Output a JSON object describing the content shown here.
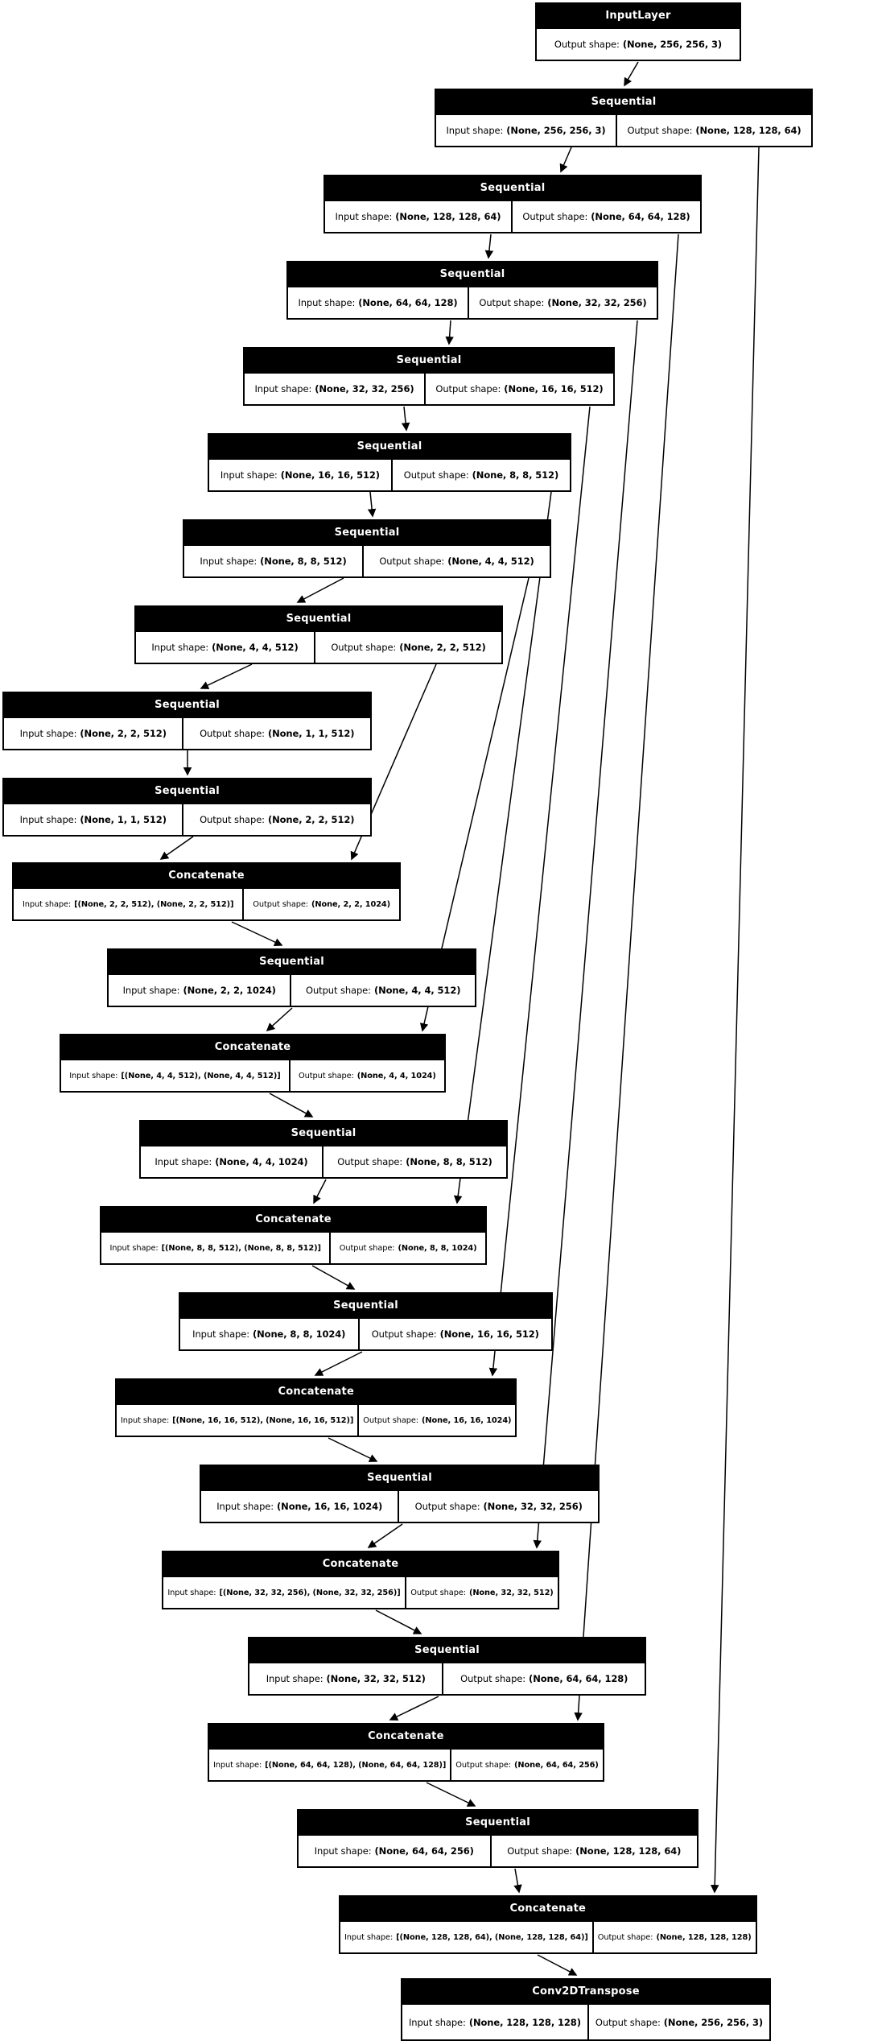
{
  "diagram": {
    "kind": "keras-model-graph",
    "labels": {
      "input": "Input shape:",
      "output": "Output shape:"
    },
    "colors": {
      "node_header_bg": "#000000",
      "node_header_text": "#ffffff",
      "node_body_bg": "#ffffff",
      "node_body_text": "#000000",
      "edge": "#000000",
      "background": "#ffffff"
    }
  },
  "nodes": [
    {
      "title": "InputLayer",
      "out_label": "Output shape:",
      "out_value": "(None, 256, 256, 3)"
    },
    {
      "title": "Sequential",
      "in_label": "Input shape:",
      "in_value": "(None, 256, 256, 3)",
      "out_label": "Output shape:",
      "out_value": "(None, 128, 128, 64)"
    },
    {
      "title": "Sequential",
      "in_label": "Input shape:",
      "in_value": "(None, 128, 128, 64)",
      "out_label": "Output shape:",
      "out_value": "(None, 64, 64, 128)"
    },
    {
      "title": "Sequential",
      "in_label": "Input shape:",
      "in_value": "(None, 64, 64, 128)",
      "out_label": "Output shape:",
      "out_value": "(None, 32, 32, 256)"
    },
    {
      "title": "Sequential",
      "in_label": "Input shape:",
      "in_value": "(None, 32, 32, 256)",
      "out_label": "Output shape:",
      "out_value": "(None, 16, 16, 512)"
    },
    {
      "title": "Sequential",
      "in_label": "Input shape:",
      "in_value": "(None, 16, 16, 512)",
      "out_label": "Output shape:",
      "out_value": "(None, 8, 8, 512)"
    },
    {
      "title": "Sequential",
      "in_label": "Input shape:",
      "in_value": "(None, 8, 8, 512)",
      "out_label": "Output shape:",
      "out_value": "(None, 4, 4, 512)"
    },
    {
      "title": "Sequential",
      "in_label": "Input shape:",
      "in_value": "(None, 4, 4, 512)",
      "out_label": "Output shape:",
      "out_value": "(None, 2, 2, 512)"
    },
    {
      "title": "Sequential",
      "in_label": "Input shape:",
      "in_value": "(None, 2, 2, 512)",
      "out_label": "Output shape:",
      "out_value": "(None, 1, 1, 512)"
    },
    {
      "title": "Sequential",
      "in_label": "Input shape:",
      "in_value": "(None, 1, 1, 512)",
      "out_label": "Output shape:",
      "out_value": "(None, 2, 2, 512)"
    },
    {
      "title": "Concatenate",
      "in_label": "Input shape:",
      "in_value": "[(None, 2, 2, 512), (None, 2, 2, 512)]",
      "out_label": "Output shape:",
      "out_value": "(None, 2, 2, 1024)"
    },
    {
      "title": "Sequential",
      "in_label": "Input shape:",
      "in_value": "(None, 2, 2, 1024)",
      "out_label": "Output shape:",
      "out_value": "(None, 4, 4, 512)"
    },
    {
      "title": "Concatenate",
      "in_label": "Input shape:",
      "in_value": "[(None, 4, 4, 512), (None, 4, 4, 512)]",
      "out_label": "Output shape:",
      "out_value": "(None, 4, 4, 1024)"
    },
    {
      "title": "Sequential",
      "in_label": "Input shape:",
      "in_value": "(None, 4, 4, 1024)",
      "out_label": "Output shape:",
      "out_value": "(None, 8, 8, 512)"
    },
    {
      "title": "Concatenate",
      "in_label": "Input shape:",
      "in_value": "[(None, 8, 8, 512), (None, 8, 8, 512)]",
      "out_label": "Output shape:",
      "out_value": "(None, 8, 8, 1024)"
    },
    {
      "title": "Sequential",
      "in_label": "Input shape:",
      "in_value": "(None, 8, 8, 1024)",
      "out_label": "Output shape:",
      "out_value": "(None, 16, 16, 512)"
    },
    {
      "title": "Concatenate",
      "in_label": "Input shape:",
      "in_value": "[(None, 16, 16, 512), (None, 16, 16, 512)]",
      "out_label": "Output shape:",
      "out_value": "(None, 16, 16, 1024)"
    },
    {
      "title": "Sequential",
      "in_label": "Input shape:",
      "in_value": "(None, 16, 16, 1024)",
      "out_label": "Output shape:",
      "out_value": "(None, 32, 32, 256)"
    },
    {
      "title": "Concatenate",
      "in_label": "Input shape:",
      "in_value": "[(None, 32, 32, 256), (None, 32, 32, 256)]",
      "out_label": "Output shape:",
      "out_value": "(None, 32, 32, 512)"
    },
    {
      "title": "Sequential",
      "in_label": "Input shape:",
      "in_value": "(None, 32, 32, 512)",
      "out_label": "Output shape:",
      "out_value": "(None, 64, 64, 128)"
    },
    {
      "title": "Concatenate",
      "in_label": "Input shape:",
      "in_value": "[(None, 64, 64, 128), (None, 64, 64, 128)]",
      "out_label": "Output shape:",
      "out_value": "(None, 64, 64, 256)"
    },
    {
      "title": "Sequential",
      "in_label": "Input shape:",
      "in_value": "(None, 64, 64, 256)",
      "out_label": "Output shape:",
      "out_value": "(None, 128, 128, 64)"
    },
    {
      "title": "Concatenate",
      "in_label": "Input shape:",
      "in_value": "[(None, 128, 128, 64), (None, 128, 128, 64)]",
      "out_label": "Output shape:",
      "out_value": "(None, 128, 128, 128)"
    },
    {
      "title": "Conv2DTranspose",
      "in_label": "Input shape:",
      "in_value": "(None, 128, 128, 128)",
      "out_label": "Output shape:",
      "out_value": "(None, 256, 256, 3)"
    }
  ],
  "edges": [
    {
      "from": 0,
      "to": 1
    },
    {
      "from": 1,
      "to": 2
    },
    {
      "from": 2,
      "to": 3
    },
    {
      "from": 3,
      "to": 4
    },
    {
      "from": 4,
      "to": 5
    },
    {
      "from": 5,
      "to": 6
    },
    {
      "from": 6,
      "to": 7
    },
    {
      "from": 7,
      "to": 8
    },
    {
      "from": 8,
      "to": 9
    },
    {
      "from": 9,
      "to": 10
    },
    {
      "from": 10,
      "to": 11
    },
    {
      "from": 11,
      "to": 12
    },
    {
      "from": 12,
      "to": 13
    },
    {
      "from": 13,
      "to": 14
    },
    {
      "from": 14,
      "to": 15
    },
    {
      "from": 15,
      "to": 16
    },
    {
      "from": 16,
      "to": 17
    },
    {
      "from": 17,
      "to": 18
    },
    {
      "from": 18,
      "to": 19
    },
    {
      "from": 19,
      "to": 20
    },
    {
      "from": 20,
      "to": 21
    },
    {
      "from": 21,
      "to": 22
    },
    {
      "from": 22,
      "to": 23
    },
    {
      "from": 7,
      "to": 10
    },
    {
      "from": 6,
      "to": 12
    },
    {
      "from": 5,
      "to": 14
    },
    {
      "from": 4,
      "to": 16
    },
    {
      "from": 3,
      "to": 18
    },
    {
      "from": 2,
      "to": 20
    },
    {
      "from": 1,
      "to": 22
    }
  ]
}
